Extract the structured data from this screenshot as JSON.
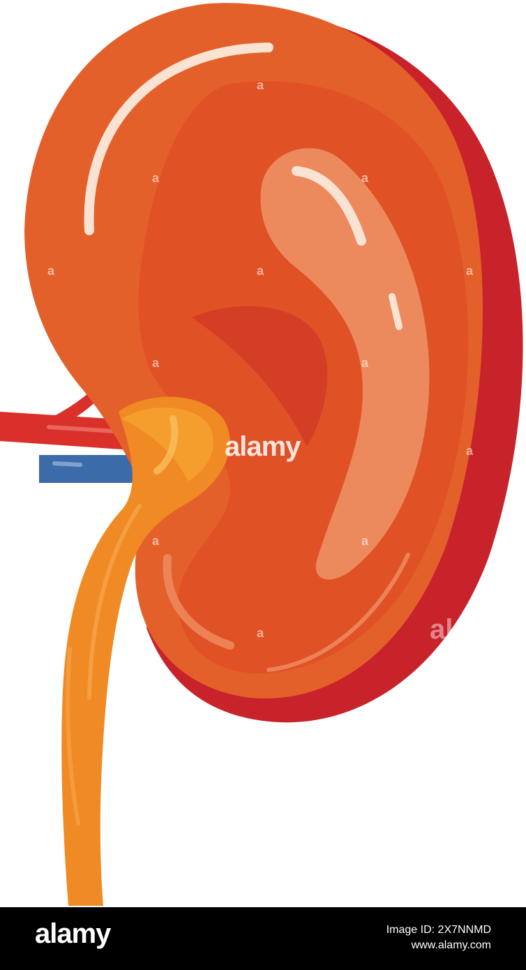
{
  "illustration": {
    "subject_icon": "kidney-icon",
    "colors": {
      "kidney_body": "#E4602A",
      "kidney_shadow": "#C8232B",
      "kidney_inner": "#DC4F26",
      "pelvis_highlight": "#EC8A5D",
      "renal_artery": "#D9302A",
      "renal_vein": "#3B6BA8",
      "ureter": "#F08A24",
      "gloss": "#FBE3D4"
    }
  },
  "watermark": {
    "center_text": "alamy",
    "tile_glyph": "a",
    "edge_text": "al"
  },
  "footer": {
    "logo": "alamy",
    "image_id": "Image ID: 2X7NNMD",
    "site": "www.alamy.com"
  }
}
